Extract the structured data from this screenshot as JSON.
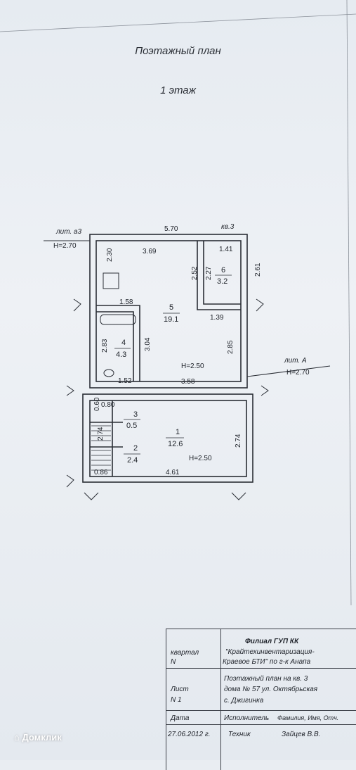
{
  "header": {
    "title": "Поэтажный план",
    "floor": "1 этаж"
  },
  "plan": {
    "labels": {
      "lit_a3": "лит. а3",
      "h_a3": "H=2.70",
      "kv": "кв.3",
      "lit_a": "лит. А",
      "h_a": "H=2.70",
      "h_room5": "H=2.50",
      "h_room1": "H=2.50"
    },
    "dimensions": {
      "top_570": "5.70",
      "d_369": "3.69",
      "d_230": "2.30",
      "d_141": "1.41",
      "d_252": "2.52",
      "d_227": "2.27",
      "d_261": "2.61",
      "d_158": "1.58",
      "d_139": "1.39",
      "d_283": "2.83",
      "d_304": "3.04",
      "d_285": "2.85",
      "d_152": "1.52",
      "d_358": "3.58",
      "d_080": "0.80",
      "d_060": "0.60",
      "d_274a": "2.74",
      "d_274b": "2.74",
      "d_086": "0.86",
      "d_461": "4.61"
    },
    "rooms": [
      {
        "num": "5",
        "area": "19.1"
      },
      {
        "num": "6",
        "area": "3.2"
      },
      {
        "num": "4",
        "area": "4.3"
      },
      {
        "num": "3",
        "area": "0.5"
      },
      {
        "num": "1",
        "area": "12.6"
      },
      {
        "num": "2",
        "area": "2.4"
      }
    ]
  },
  "stamp": {
    "kvartal": "квартал",
    "n1": "N",
    "org_line1": "Филиал ГУП КК",
    "org_line2": "\"Крайтехинвентаризация-",
    "org_line3": "Краевое БТИ\" по г-к Анапа",
    "list": "Лист",
    "list_n": "N 1",
    "desc_line1": "Поэтажный план на кв. 3",
    "desc_line2": "дома  № 57 ул. Октябрьская",
    "desc_line3": "с. Джигинка",
    "date_label": "Дата",
    "date_value": "27.06.2012 г.",
    "executor_label": "Исполнитель",
    "executor_value": "Техник",
    "fio_label": "Фамилия, Имя, Отч.",
    "fio_value": "Зайцев В.В."
  },
  "watermark": "Домклик"
}
